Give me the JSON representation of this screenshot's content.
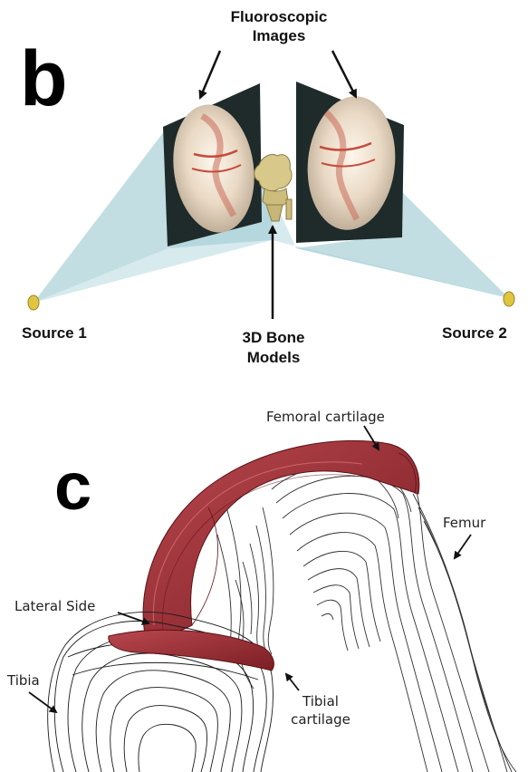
{
  "panel_b": {
    "letter": "b",
    "fluoro_label_line1": "Fluoroscopic",
    "fluoro_label_line2": "Images",
    "source1": "Source 1",
    "source2": "Source 2",
    "bone_models_line1": "3D Bone",
    "bone_models_line2": "Models"
  },
  "panel_c": {
    "letter": "c",
    "femoral_cartilage": "Femoral cartilage",
    "femur": "Femur",
    "lateral_side": "Lateral Side",
    "tibia": "Tibia",
    "tibial_cartilage_line1": "Tibial",
    "tibial_cartilage_line2": "cartilage"
  },
  "colors": {
    "beam": "#8fc3cc",
    "cartilage": "#9a2a30",
    "source": "#e0c640",
    "wire": "#1a1a1a"
  }
}
